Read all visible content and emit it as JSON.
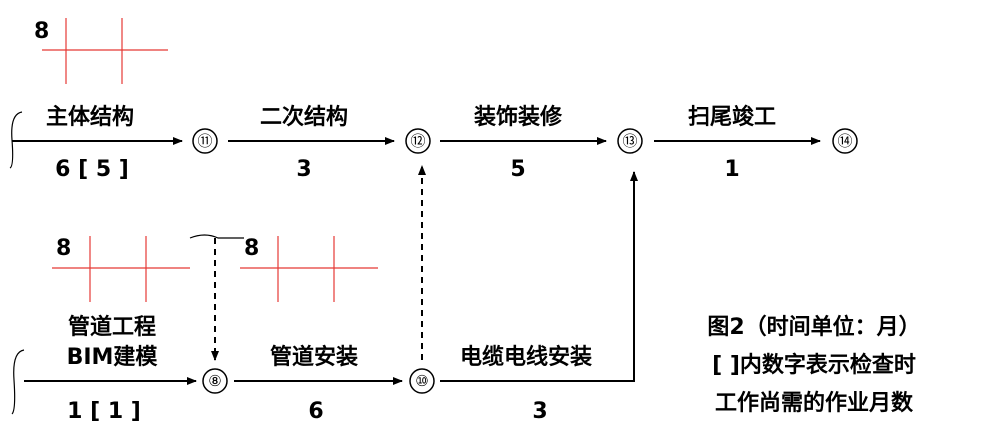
{
  "nodes": {
    "n8": "⑧",
    "n10": "⑩",
    "n11": "⑪",
    "n12": "⑫",
    "n13": "⑬",
    "n14": "⑭"
  },
  "activities": {
    "main_structure": {
      "name": "主体结构",
      "duration": "6 [ 5 ]"
    },
    "secondary_structure": {
      "name": "二次结构",
      "duration": "3"
    },
    "decoration": {
      "name": "装饰装修",
      "duration": "5"
    },
    "finishing": {
      "name": "扫尾竣工",
      "duration": "1"
    },
    "pipe_bim": {
      "name_line1": "管道工程",
      "name_line2": "BIM建模",
      "duration": "1 [ 1 ]"
    },
    "pipe_install": {
      "name": "管道安装",
      "duration": "6"
    },
    "cable_install": {
      "name": "电缆电线安装",
      "duration": "3"
    }
  },
  "annotations": {
    "time_param_top": "8",
    "time_param_bim": "8",
    "time_param_pipe": "8"
  },
  "caption": {
    "line1": "图2（时间单位：月）",
    "line2": "[ ]内数字表示检查时",
    "line3": "工作尚需的作业月数"
  },
  "colors": {
    "grid_lines": "#e53935",
    "arrows": "#000000"
  }
}
